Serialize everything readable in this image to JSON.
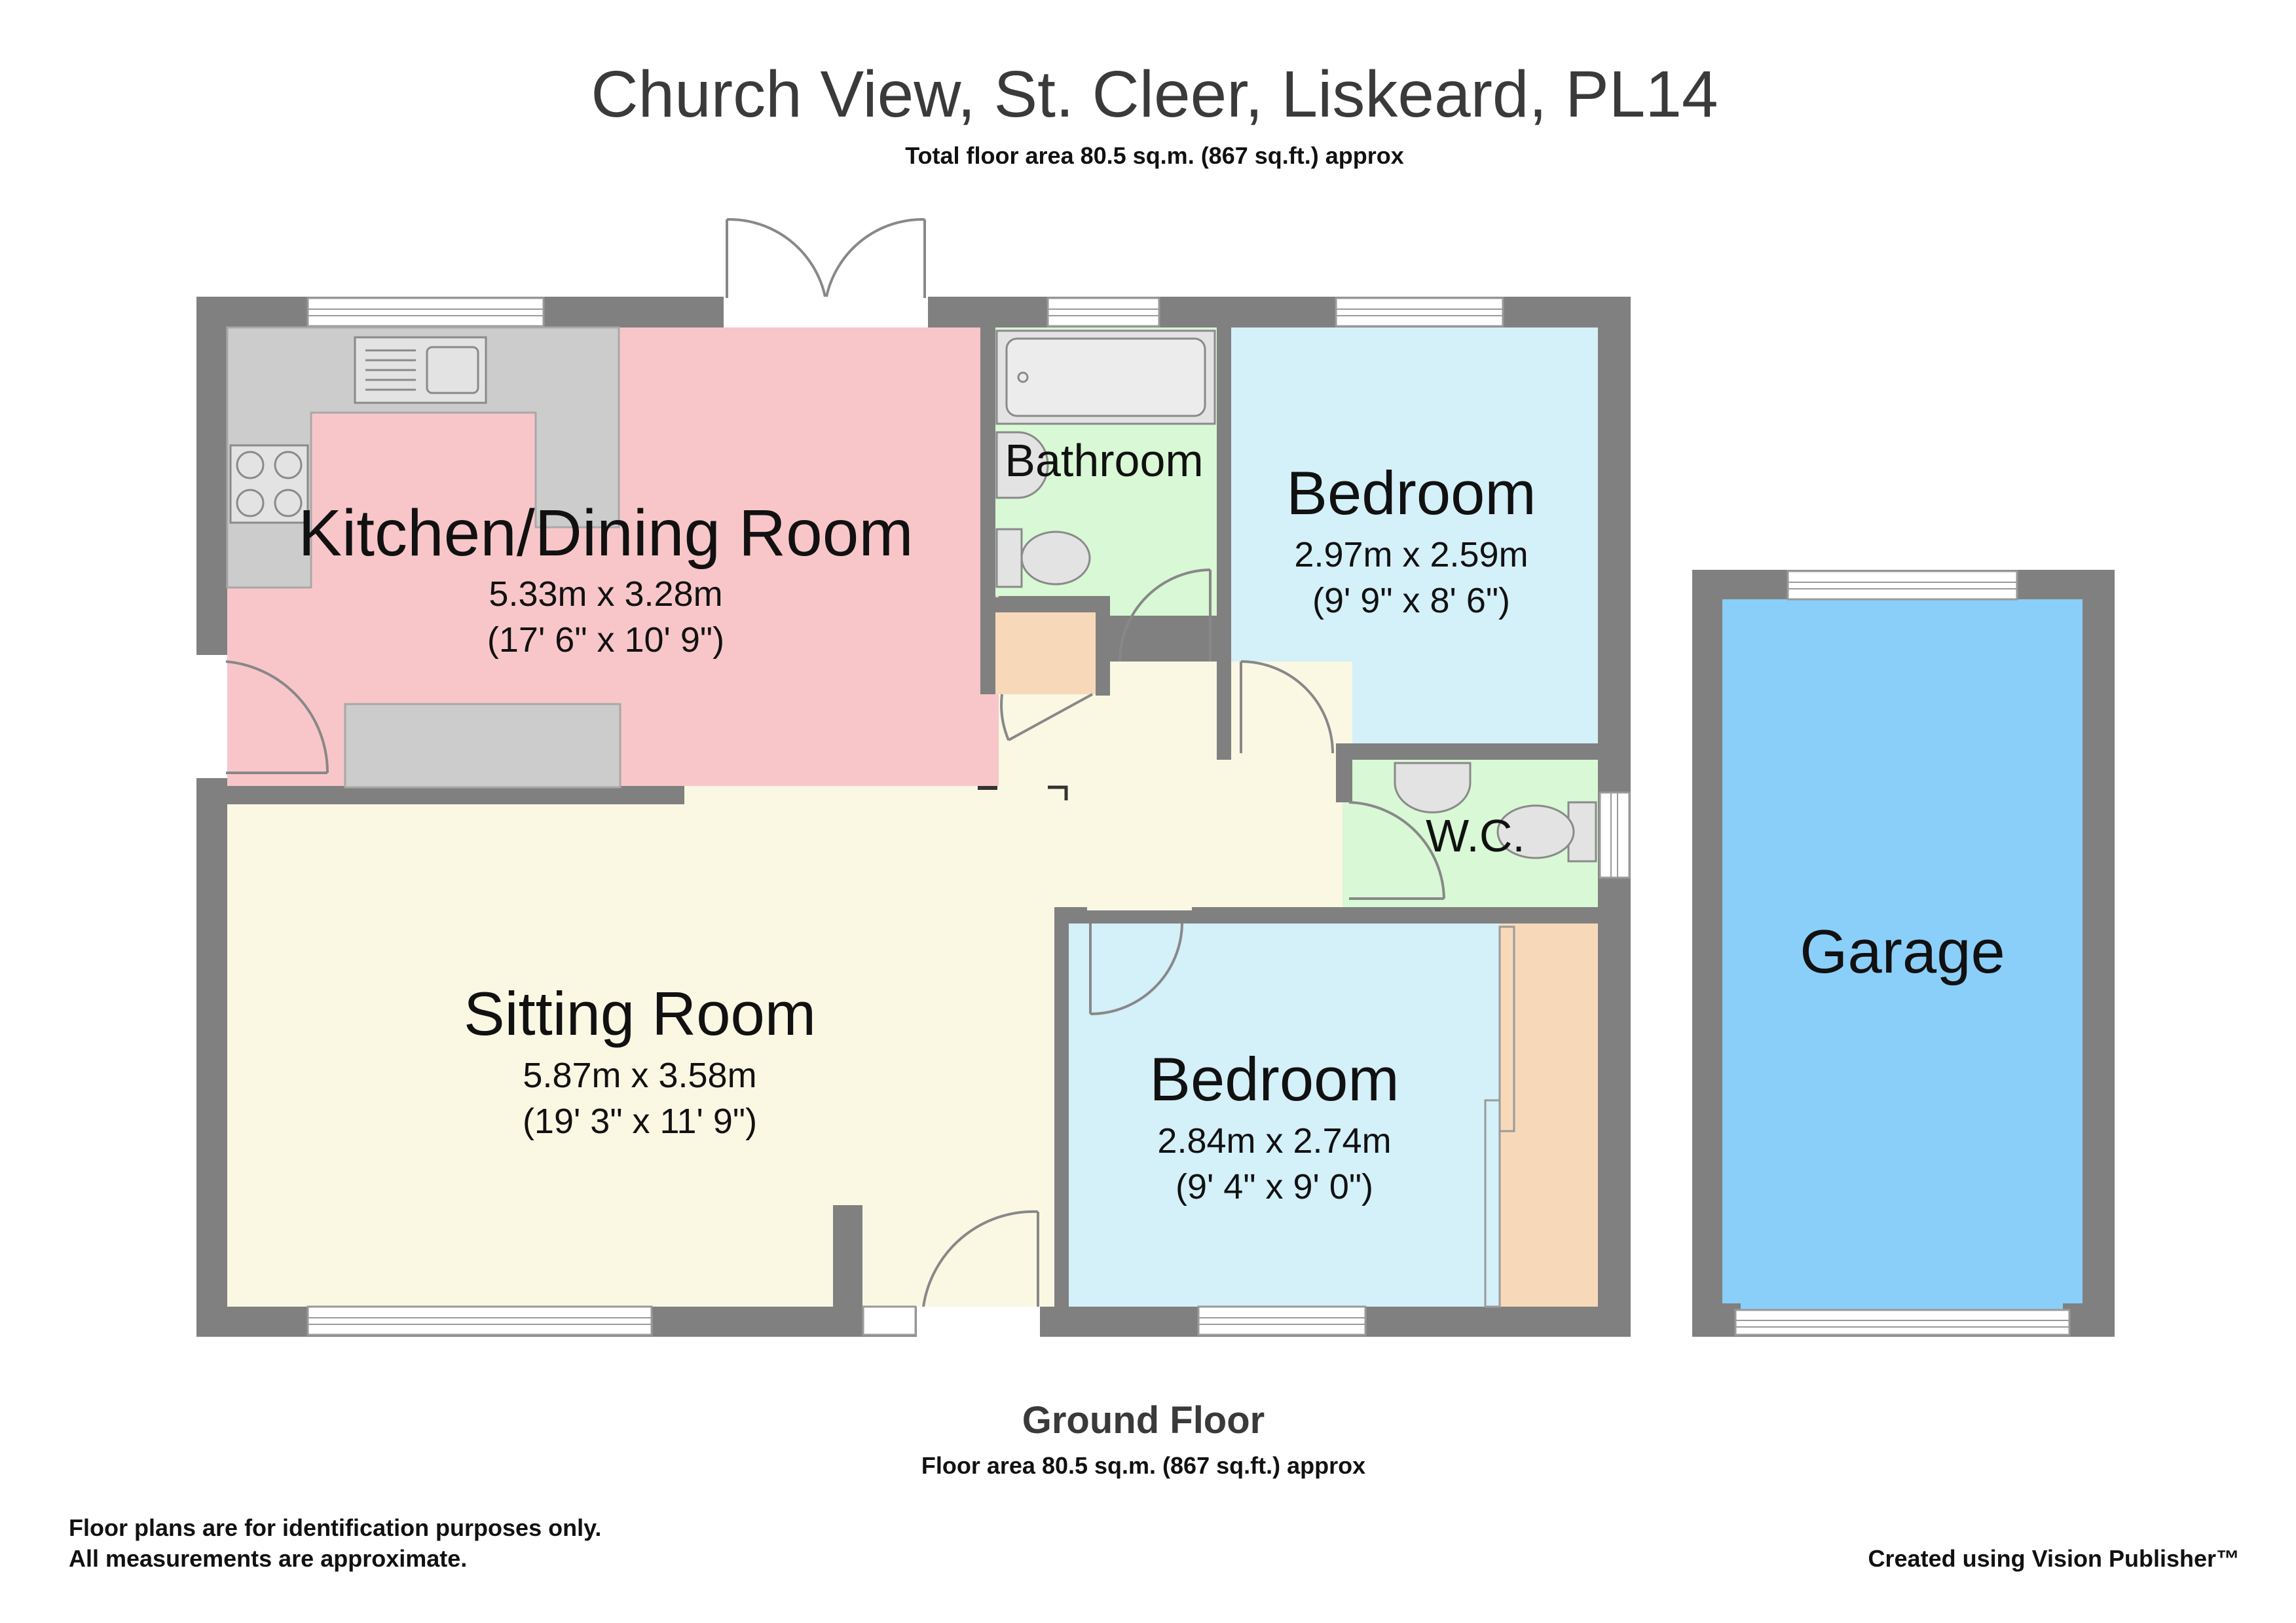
{
  "header": {
    "title": "Church View, St. Cleer, Liskeard, PL14",
    "subtitle": "Total floor area 80.5 sq.m. (867 sq.ft.) approx"
  },
  "rooms": {
    "kitchen": {
      "name": "Kitchen/Dining Room",
      "metric": "5.33m x 3.28m",
      "imperial": "(17' 6\" x 10' 9\")"
    },
    "bathroom": {
      "name": "Bathroom"
    },
    "bedroom1": {
      "name": "Bedroom",
      "metric": "2.97m x 2.59m",
      "imperial": "(9' 9\" x 8' 6\")"
    },
    "wc": {
      "name": "W.C."
    },
    "sitting": {
      "name": "Sitting Room",
      "metric": "5.87m x 3.58m",
      "imperial": "(19' 3\" x 11' 9\")"
    },
    "bedroom2": {
      "name": "Bedroom",
      "metric": "2.84m x 2.74m",
      "imperial": "(9' 4\" x 9' 0\")"
    },
    "garage": {
      "name": "Garage"
    }
  },
  "floor": {
    "name": "Ground Floor",
    "area": "Floor area 80.5 sq.m. (867 sq.ft.) approx"
  },
  "footer": {
    "disclaimer_line1": "Floor plans are for identification purposes only.",
    "disclaimer_line2": "All measurements are approximate.",
    "credit": "Created using Vision Publisher™"
  },
  "colors": {
    "kitchen": "#F8C6C9",
    "wet_rooms": "#D9F8D5",
    "bedrooms": "#D4F0F9",
    "sitting_hall": "#FAF7E3",
    "storage": "#F7D9BA",
    "garage": "#8ACFF9",
    "walls": "#808080",
    "units": "#CCCCCC"
  }
}
